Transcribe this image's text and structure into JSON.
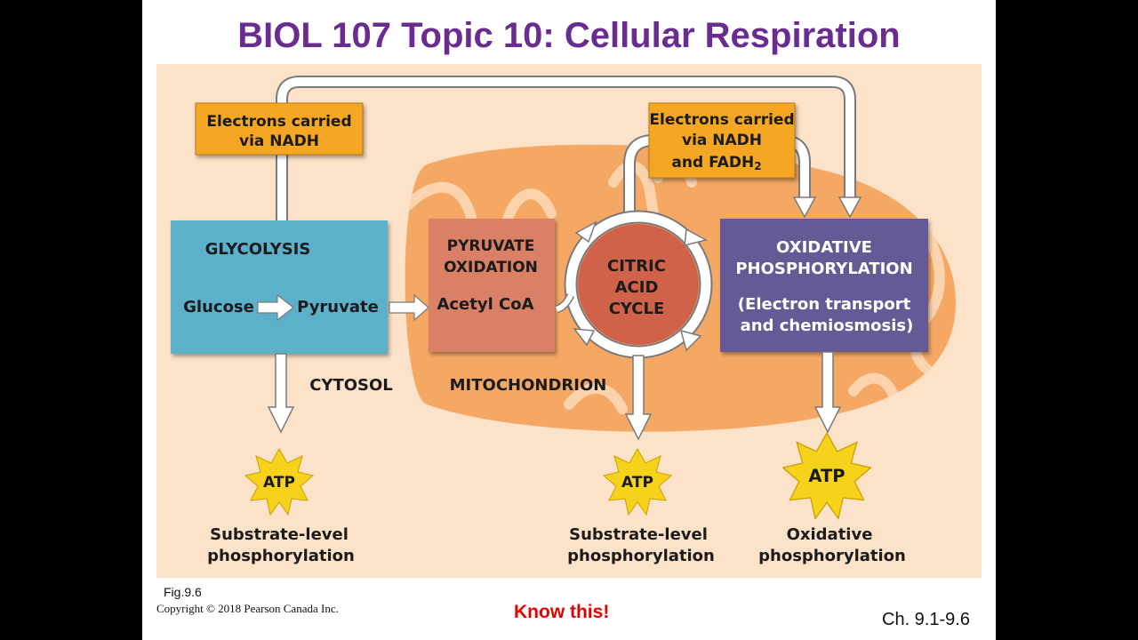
{
  "title": "BIOL 107 Topic 10:  Cellular Respiration",
  "boxes": {
    "electrons_nadh": [
      "Electrons carried",
      "via NADH"
    ],
    "electrons_nadh_fadh": [
      "Electrons carried",
      "via NADH",
      "and FADH"
    ],
    "fadh_subscript": "2",
    "glycolysis_title": "GLYCOLYSIS",
    "glucose": "Glucose",
    "pyruvate": "Pyruvate",
    "pyruvate_oxidation": [
      "PYRUVATE",
      "OXIDATION"
    ],
    "acetyl_coa": "Acetyl CoA",
    "citric_acid_cycle": [
      "CITRIC",
      "ACID",
      "CYCLE"
    ],
    "oxidative_phosphorylation": [
      "OXIDATIVE",
      "PHOSPHORYLATION"
    ],
    "electron_transport": [
      "(Electron transport",
      "and chemiosmosis)"
    ]
  },
  "regions": {
    "cytosol": "CYTOSOL",
    "mitochondrion": "MITOCHONDRION"
  },
  "atp_label": "ATP",
  "outputs": {
    "substrate_level_1": [
      "Substrate-level",
      "phosphorylation"
    ],
    "substrate_level_2": [
      "Substrate-level",
      "phosphorylation"
    ],
    "oxidative": [
      "Oxidative",
      "phosphorylation"
    ]
  },
  "footer": {
    "fig": "Fig.9.6",
    "copyright": "Copyright © 2018 Pearson Canada Inc.",
    "know_this": "Know this!",
    "chapter": "Ch. 9.1-9.6"
  },
  "colors": {
    "title": "#6a2c91",
    "background_panel": "#fbe2c8",
    "mitochondrion": "#f5a864",
    "electron_box": "#f5a623",
    "glycolysis_box": "#5cb0ca",
    "pyruvate_box": "#d98066",
    "citric_cycle": "#cf6249",
    "oxphos_box": "#655a96",
    "atp_star": "#f7d21a",
    "know_this": "#e30000"
  }
}
